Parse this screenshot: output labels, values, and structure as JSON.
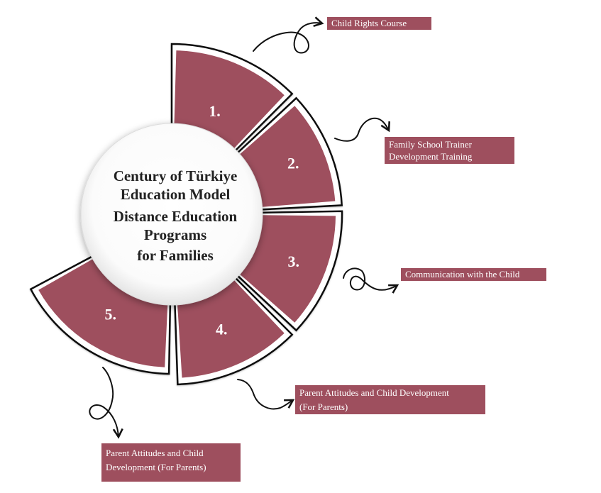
{
  "center": {
    "line1": "Century of Türkiye",
    "line2": "Education Model",
    "line3": "Distance Education",
    "line4": "Programs",
    "line5": "for Families"
  },
  "segments": [
    {
      "number": "1.",
      "label": "Child Rights Course"
    },
    {
      "number": "2.",
      "label_line1": "Family School Trainer",
      "label_line2": "Development Training"
    },
    {
      "number": "3.",
      "label": "Communication with the Child"
    },
    {
      "number": "4.",
      "label_line1": "Parent Attitudes and Child Development",
      "label_line2": "(For Parents)"
    },
    {
      "number": "5.",
      "label_line1": "Parent Attitudes and Child",
      "label_line2": "Development (For Parents)"
    }
  ],
  "colors": {
    "segment_fill": "#9e4f5e",
    "label_fill": "#9e4f5e",
    "outline": "#111111",
    "center_fill": "#ffffff"
  }
}
